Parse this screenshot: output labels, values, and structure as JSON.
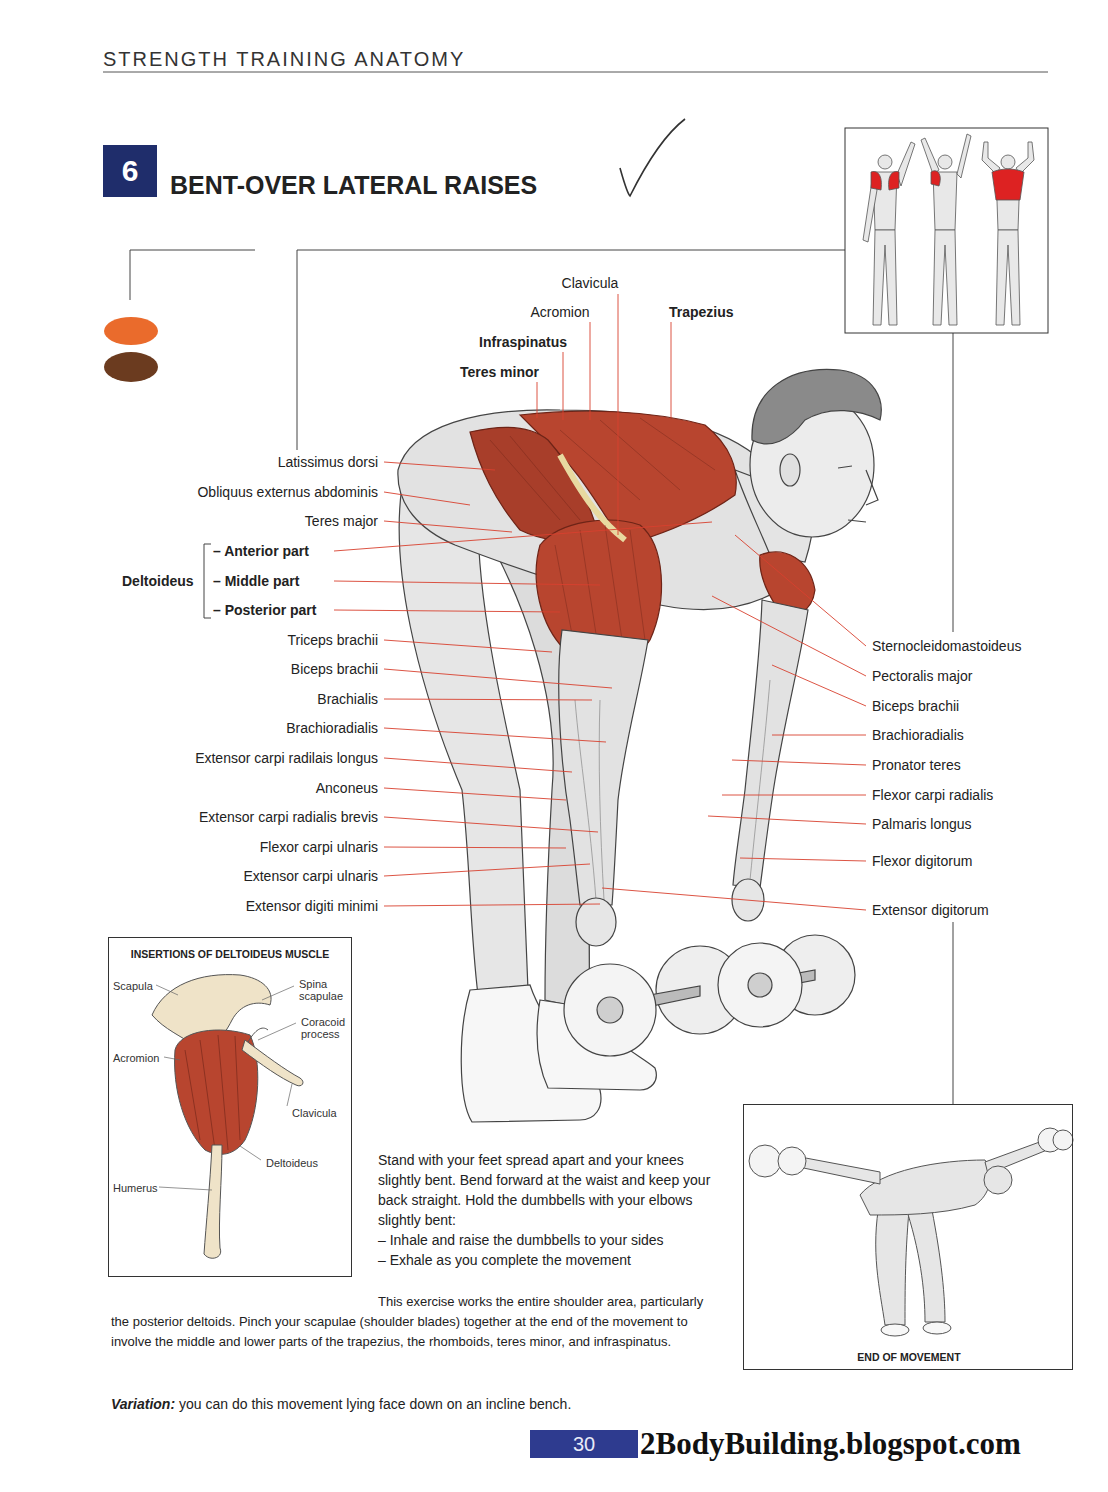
{
  "diagram": {
    "title": "BENT-OVER LATERAL RAISES",
    "nodes": [
      {
        "text": [
          "6"
        ]
      },
      {
        "text": [
          "INSERTIONS OF DELTOIDEUS MUSCLE",
          "Scapula",
          "Spina scapulae",
          "Coracoid process",
          "Acromion",
          "Clavicula",
          "Deltoideus",
          "Humerus"
        ]
      },
      {
        "text": [
          "END OF MOVEMENT"
        ]
      },
      {
        "text": [
          "30"
        ]
      }
    ],
    "labels": [
      "STRENGTH TRAINING ANATOMY",
      "Clavicula",
      "Acromion",
      "Trapezius",
      "Infraspinatus",
      "Teres minor",
      "Latissimus dorsi",
      "Obliquus externus abdominis",
      "Teres major",
      "Deltoideus",
      "– Anterior part",
      "– Middle part",
      "– Posterior part",
      "Triceps brachii",
      "Biceps brachii",
      "Brachialis",
      "Brachioradialis",
      "Extensor carpi radilais longus",
      "Anconeus",
      "Extensor carpi radialis brevis",
      "Flexor carpi ulnaris",
      "Extensor carpi ulnaris",
      "Extensor digiti minimi",
      "Sternocleidomastoideus",
      "Pectoralis major",
      "Biceps brachii",
      "Brachioradialis",
      "Pronator teres",
      "Flexor carpi radialis",
      "Palmaris longus",
      "Flexor digitorum",
      "Extensor digitorum",
      "Stand with your feet spread apart and your knees slightly bent. Bend forward at the waist and keep your back straight. Hold the dumbbells with your elbows slightly bent:",
      "– Inhale and raise the dumbbells to your sides",
      "– Exhale as you complete the movement",
      "This exercise works the entire shoulder area, particularly the posterior deltoids. Pinch your scapulae (shoulder blades) together at the end of the movement to involve the middle and lower parts of the trapezius, the rhomboids, teres minor, and infraspinatus.",
      "Variation:",
      "you can do this movement lying face down on an incline bench.",
      "2BodyBuilding.blogspot.com"
    ]
  }
}
